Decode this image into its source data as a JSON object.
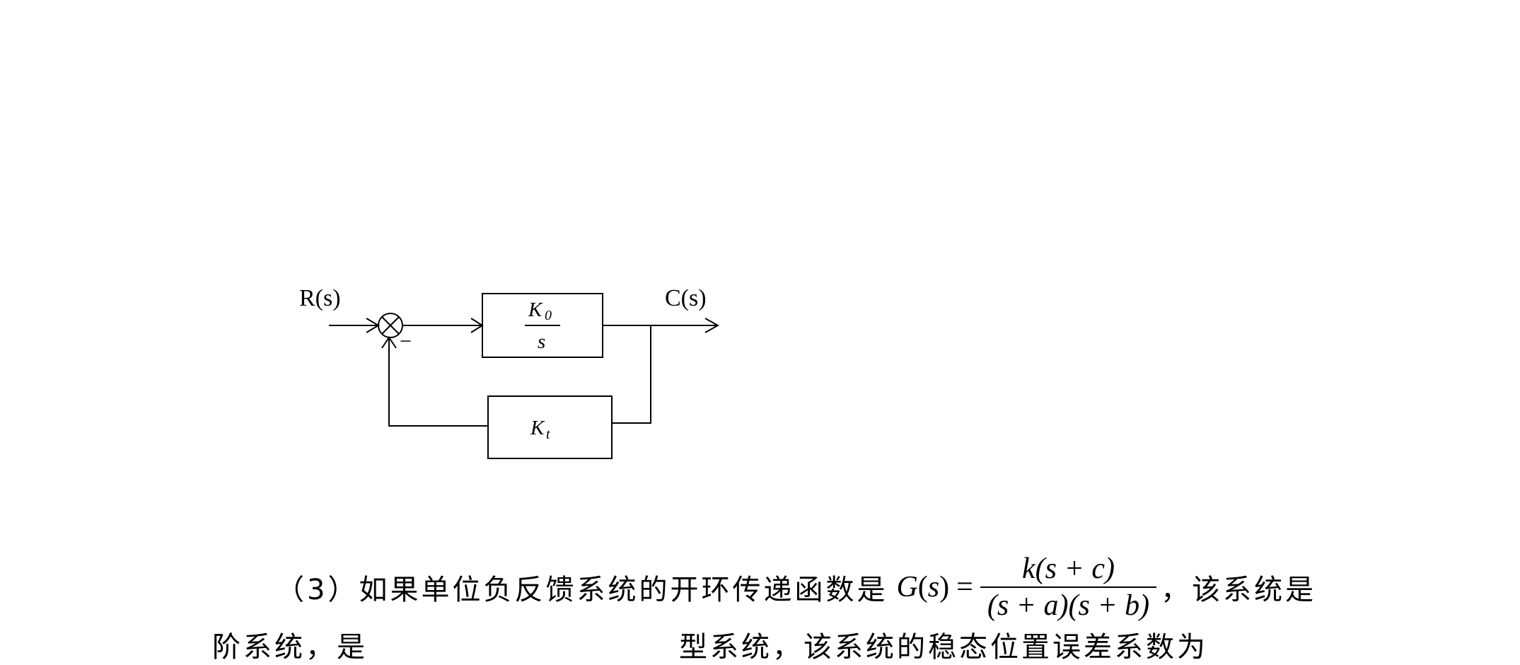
{
  "diagram": {
    "input_label": "R(s)",
    "output_label": "C(s)",
    "summing_sign": "−",
    "forward_block": {
      "numerator": "K",
      "numerator_subscript": "0",
      "denominator": "s"
    },
    "feedback_block": {
      "symbol": "K",
      "subscript": "t"
    }
  },
  "question": {
    "number": "（3）",
    "text_before": "如果单位负反馈系统的开环传递函数是",
    "formula": {
      "lhs_func": "G",
      "lhs_open": "(",
      "lhs_var": "s",
      "lhs_close": ")",
      "eq": "=",
      "numerator": "k(s + c)",
      "denominator": "(s + a)(s + b)"
    },
    "text_after": "，该系统是",
    "next_line_start": "阶系统，是",
    "next_line_mid": "型系统，该系统的稳态位置误差系数为"
  }
}
